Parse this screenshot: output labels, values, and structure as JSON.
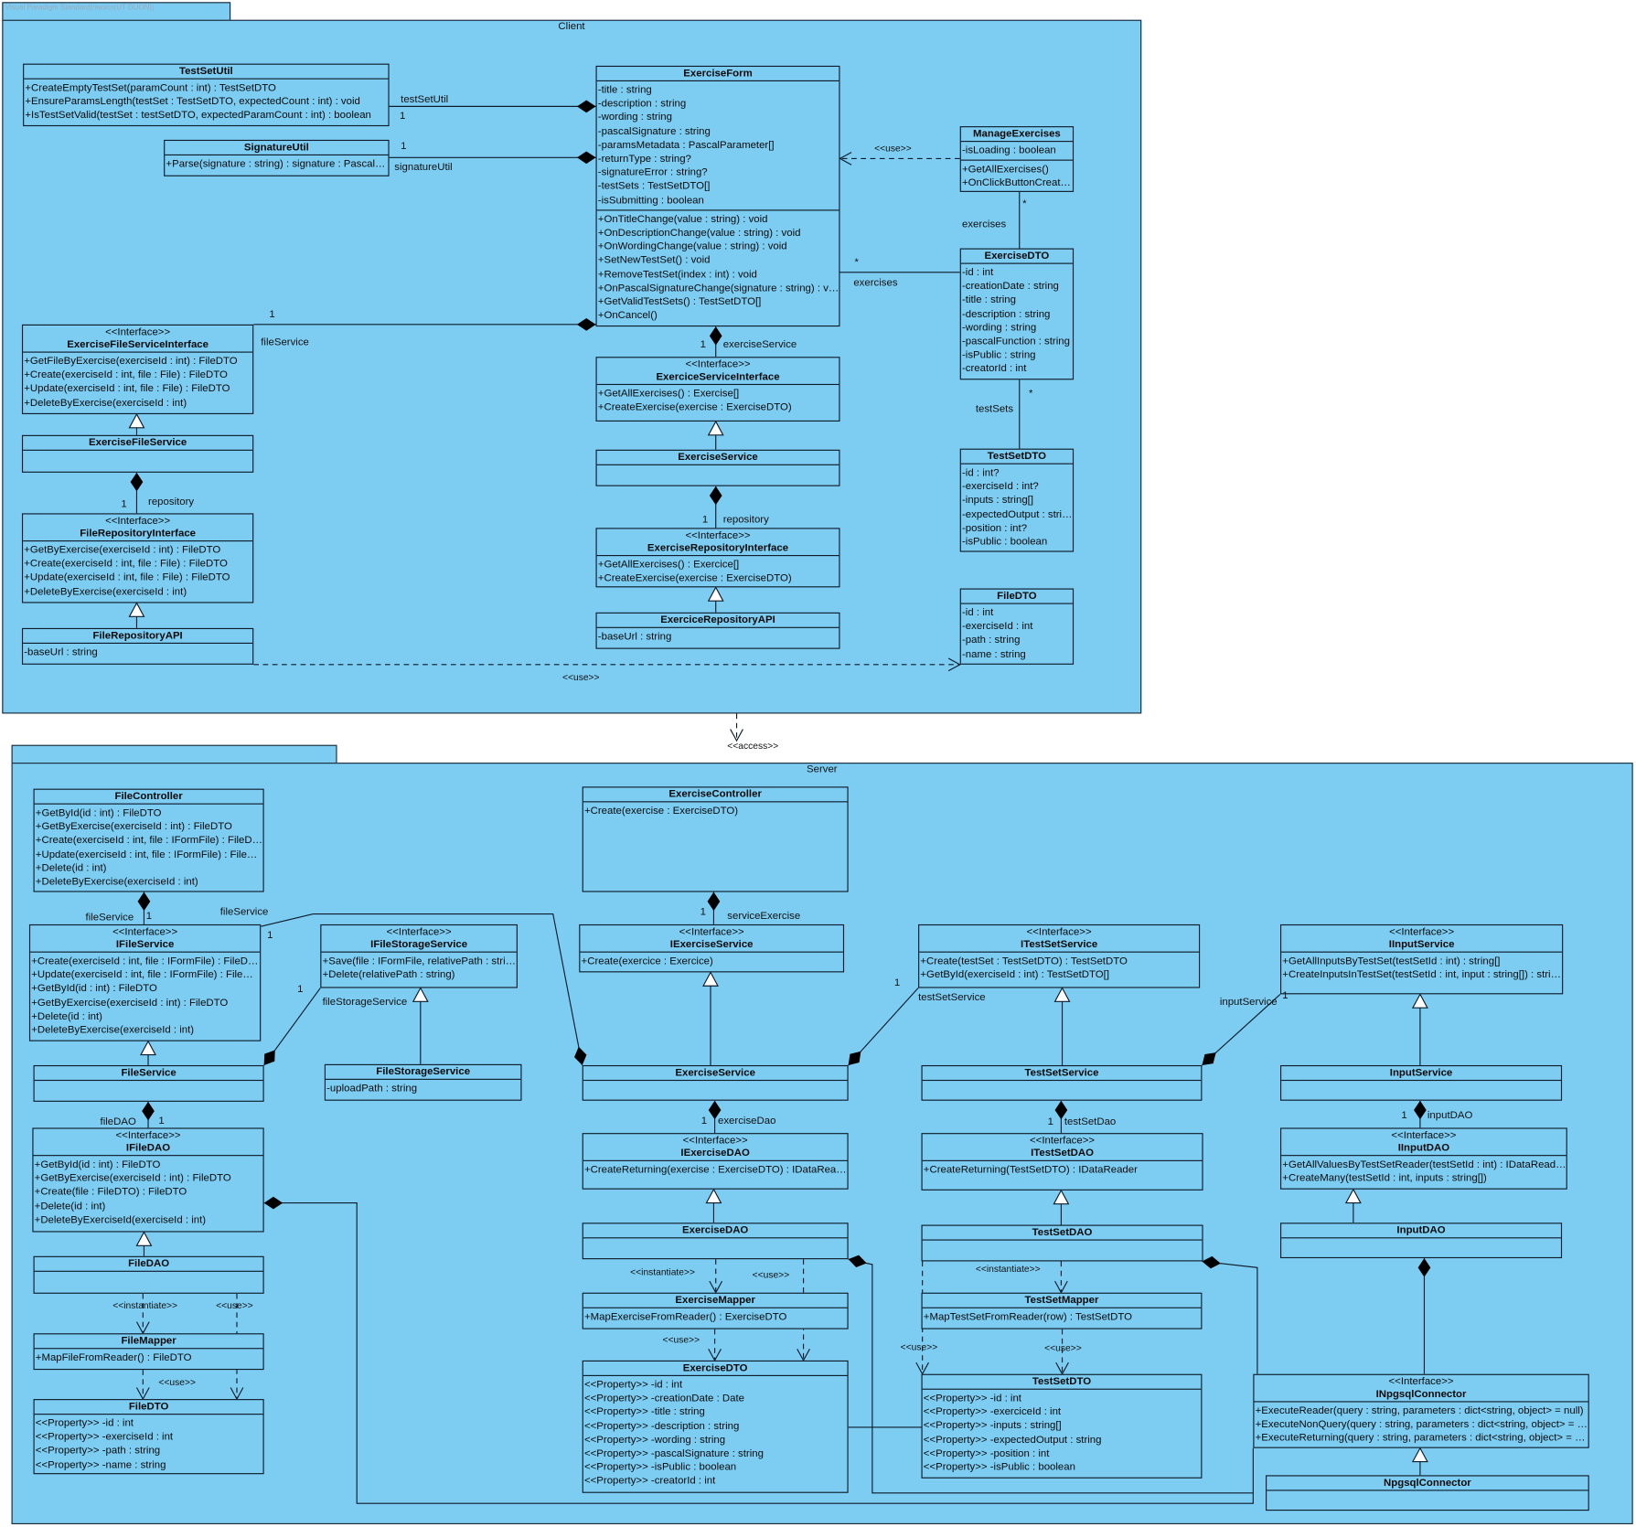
{
  "packages": {
    "client": {
      "title": "Client",
      "tab_text": "Visual Paradigm Standard(mesco(UT DUON))"
    },
    "server": {
      "title": "Server"
    },
    "access_label": "<<access>>"
  },
  "classes": {
    "TestSetUtil": {
      "name": "TestSetUtil",
      "ops": [
        "+CreateEmptyTestSet(paramCount : int) : TestSetDTO",
        "+EnsureParamsLength(testSet : TestSetDTO, expectedCount : int) : void",
        "+IsTestSetValid(testSet : testSetDTO, expectedParamCount : int) : boolean"
      ]
    },
    "SignatureUtil": {
      "name": "SignatureUtil",
      "ops": [
        "+Parse(signature : string) : signature : PascalSi..."
      ]
    },
    "ExerciseForm": {
      "name": "ExerciseForm",
      "attrs": [
        "-title : string",
        "-description : string",
        "-wording : string",
        "-pascalSignature : string",
        "-paramsMetadata : PascalParameter[]",
        "-returnType : string?",
        "-signatureError : string?",
        "-testSets : TestSetDTO[]",
        "-isSubmitting : boolean"
      ],
      "ops": [
        "+OnTitleChange(value : string) : void",
        "+OnDescriptionChange(value : string) : void",
        "+OnWordingChange(value : string) : void",
        "+SetNewTestSet() : void",
        "+RemoveTestSet(index : int) : void",
        "+OnPascalSignatureChange(signature : string) : void",
        "+GetValidTestSets() : TestSetDTO[]",
        "+OnCancel()"
      ]
    },
    "ManageExercises": {
      "name": "ManageExercises",
      "attrs": [
        "-isLoading : boolean"
      ],
      "ops": [
        "+GetAllExercises()",
        "+OnClickButtonCreate()"
      ]
    },
    "c_ExerciseDTO": {
      "name": "ExerciseDTO",
      "attrs": [
        "-id : int",
        "-creationDate : string",
        "-title : string",
        "-description : string",
        "-wording : string",
        "-pascalFunction : string",
        "-isPublic : string",
        "-creatorId : int"
      ]
    },
    "c_TestSetDTO": {
      "name": "TestSetDTO",
      "attrs": [
        "-id : int?",
        "-exerciseId : int?",
        "-inputs : string[]",
        "-expectedOutput : string",
        "-position : int?",
        "-isPublic : boolean"
      ]
    },
    "c_FileDTO": {
      "name": "FileDTO",
      "attrs": [
        "-id : int",
        "-exerciseId : int",
        "-path : string",
        "-name : string"
      ]
    },
    "ExerciseFileServiceInterface": {
      "stereotype": "<<Interface>>",
      "name": "ExerciseFileServiceInterface",
      "ops": [
        "+GetFileByExercise(exerciseId : int) : FileDTO",
        "+Create(exerciseId : int, file : File) : FileDTO",
        "+Update(exerciseId : int, file : File) : FileDTO",
        "+DeleteByExercise(exerciseId : int)"
      ]
    },
    "ExerciseFileService": {
      "name": "ExerciseFileService"
    },
    "FileRepositoryInterface": {
      "stereotype": "<<Interface>>",
      "name": "FileRepositoryInterface",
      "ops": [
        "+GetByExercise(exerciseId : int) : FileDTO",
        "+Create(exerciseId : int, file : File) : FileDTO",
        "+Update(exerciseId : int, file : File) : FileDTO",
        "+DeleteByExercise(exerciseId : int)"
      ]
    },
    "FileRepositoryAPI": {
      "name": "FileRepositoryAPI",
      "attrs": [
        "-baseUrl : string"
      ]
    },
    "ExerciceServiceInterface": {
      "stereotype": "<<Interface>>",
      "name": "ExerciceServiceInterface",
      "ops": [
        "+GetAllExercises() : Exercise[]",
        "+CreateExercise(exercise : ExerciseDTO)"
      ]
    },
    "c_ExerciseService": {
      "name": "ExerciseService"
    },
    "ExerciseRepositoryInterface": {
      "stereotype": "<<Interface>>",
      "name": "ExerciseRepositoryInterface",
      "ops": [
        "+GetAllExercises() : Exercice[]",
        "+CreateExercise(exercise : ExerciseDTO)"
      ]
    },
    "ExerciceRepositoryAPI": {
      "name": "ExerciceRepositoryAPI",
      "attrs": [
        "-baseUrl : string"
      ]
    },
    "FileController": {
      "name": "FileController",
      "ops": [
        "+GetById(id : int) : FileDTO",
        "+GetByExercise(exerciseId : int) : FileDTO",
        "+Create(exerciseId : int, file : IFormFile) : FileDTO",
        "+Update(exerciseId : int, file : IFormFile) : FileDTO",
        "+Delete(id : int)",
        "+DeleteByExercise(exerciseId : int)"
      ]
    },
    "ExerciseController": {
      "name": "ExerciseController",
      "ops": [
        "+Create(exercise : ExerciseDTO)"
      ]
    },
    "IFileService": {
      "stereotype": "<<Interface>>",
      "name": "IFileService",
      "ops": [
        "+Create(exerciseId : int, file : IFormFile) : FileDTO",
        "+Update(exerciseId : int, file : IFormFile) : FileDTO",
        "+GetById(id : int) : FileDTO",
        "+GetByExercise(exerciseId : int) : FileDTO",
        "+Delete(id : int)",
        "+DeleteByExercise(exerciseId : int)"
      ]
    },
    "IFileStorageService": {
      "stereotype": "<<Interface>>",
      "name": "IFileStorageService",
      "ops": [
        "+Save(file : IFormFile, relativePath : string)",
        "+Delete(relativePath : string)"
      ]
    },
    "FileStorageService": {
      "name": "FileStorageService",
      "attrs": [
        "-uploadPath : string"
      ]
    },
    "FileService": {
      "name": "FileService"
    },
    "IExerciseService": {
      "stereotype": "<<Interface>>",
      "name": "IExerciseService",
      "ops": [
        "+Create(exercice : Exercice)"
      ]
    },
    "ITestSetService": {
      "stereotype": "<<Interface>>",
      "name": "ITestSetService",
      "ops": [
        "+Create(testSet : TestSetDTO) : TestSetDTO",
        "+GetById(exerciseId : int) : TestSetDTO[]"
      ]
    },
    "IInputService": {
      "stereotype": "<<Interface>>",
      "name": "IInputService",
      "ops": [
        "+GetAllInputsByTestSet(testSetId : int) : string[]",
        "+CreateInputsInTestSet(testSetId : int, input : string[]) : string[]"
      ]
    },
    "s_ExerciseService": {
      "name": "ExerciseService"
    },
    "TestSetService": {
      "name": "TestSetService"
    },
    "InputService": {
      "name": "InputService"
    },
    "IFileDAO": {
      "stereotype": "<<Interface>>",
      "name": "IFileDAO",
      "ops": [
        "+GetById(id : int) : FileDTO",
        "+GetByExercise(exerciseId : int) : FileDTO",
        "+Create(file : FileDTO) : FileDTO",
        "+Delete(id : int)",
        "+DeleteByExerciseId(exerciseId : int)"
      ]
    },
    "FileDAO": {
      "name": "FileDAO"
    },
    "FileMapper": {
      "name": "FileMapper",
      "ops": [
        "+MapFileFromReader() : FileDTO"
      ]
    },
    "s_FileDTO": {
      "name": "FileDTO",
      "attrs": [
        "<<Property>> -id : int",
        "<<Property>> -exerciseId : int",
        "<<Property>> -path : string",
        "<<Property>> -name : string"
      ]
    },
    "IExerciseDAO": {
      "stereotype": "<<Interface>>",
      "name": "IExerciseDAO",
      "ops": [
        "+CreateReturning(exercise : ExerciseDTO) : IDataReader"
      ]
    },
    "ExerciseDAO": {
      "name": "ExerciseDAO"
    },
    "ExerciseMapper": {
      "name": "ExerciseMapper",
      "ops": [
        "+MapExerciseFromReader() : ExerciseDTO"
      ]
    },
    "s_ExerciseDTO": {
      "name": "ExerciseDTO",
      "attrs": [
        "<<Property>> -id : int",
        "<<Property>> -creationDate : Date",
        "<<Property>> -title : string",
        "<<Property>> -description : string",
        "<<Property>> -wording : string",
        "<<Property>> -pascalSignature : string",
        "<<Property>> -isPublic : boolean",
        "<<Property>> -creatorId : int"
      ]
    },
    "ITestSetDAO": {
      "stereotype": "<<Interface>>",
      "name": "ITestSetDAO",
      "ops": [
        "+CreateReturning(TestSetDTO) : IDataReader"
      ]
    },
    "TestSetDAO": {
      "name": "TestSetDAO"
    },
    "TestSetMapper": {
      "name": "TestSetMapper",
      "ops": [
        "+MapTestSetFromReader(row) : TestSetDTO"
      ]
    },
    "s_TestSetDTO": {
      "name": "TestSetDTO",
      "attrs": [
        "<<Property>> -id : int",
        "<<Property>> -exerciceId : int",
        "<<Property>> -inputs : string[]",
        "<<Property>> -expectedOutput : string",
        "<<Property>> -position : int",
        "<<Property>> -isPublic : boolean"
      ]
    },
    "IInputDAO": {
      "stereotype": "<<Interface>>",
      "name": "IInputDAO",
      "ops": [
        "+GetAllValuesByTestSetReader(testSetId : int) : IDataReader()",
        "+CreateMany(testSetId : int, inputs : string[])"
      ]
    },
    "InputDAO": {
      "name": "InputDAO"
    },
    "INpgsqlConnector": {
      "stereotype": "<<Interface>>",
      "name": "INpgsqlConnector",
      "ops": [
        "+ExecuteReader(query : string, parameters : dict<string, object> = null)",
        "+ExecuteNonQuery(query : string, parameters : dict<string, object> = null)",
        "+ExecuteReturning(query : string, parameters : dict<string, object> = null)"
      ]
    },
    "NpgsqlConnector": {
      "name": "NpgsqlConnector"
    }
  },
  "labels": {
    "l1": "testSetUtil",
    "l2": "1",
    "l3": "1",
    "l4": "signatureUtil",
    "l5": "1",
    "l6": "fileService",
    "l7": "<<use>>",
    "l8": "*",
    "l9": "exercises",
    "l10": "*",
    "l11": "exercises",
    "l12": "*",
    "l13": "testSets",
    "l14": "1",
    "l15": "exerciseService",
    "l16": "1",
    "l17": "repository",
    "l18": "1",
    "l19": "repository",
    "l20": "<<use>>",
    "s1": "fileService",
    "s2": "1",
    "s3": "fileService",
    "s4": "1",
    "s5": "1",
    "s6": "fileStorageService",
    "s7": "1",
    "s8": "serviceExercise",
    "s9": "1",
    "s10": "testSetService",
    "s11": "inputService",
    "s12": "1",
    "s13": "1",
    "s14": "exerciseDao",
    "s15": "1",
    "s16": "testSetDao",
    "s17": "1",
    "s18": "inputDAO",
    "s19": "fileDAO",
    "s20": "1",
    "s21": "<<instantiate>>",
    "s22": "<<use>>",
    "s23": "<<use>>",
    "s24": "<<instantiate>>",
    "s25": "<<use>>",
    "s26": "<<use>>",
    "s27": "<<instantiate>>",
    "s28": "<<use>>",
    "s29": "<<use>>"
  }
}
